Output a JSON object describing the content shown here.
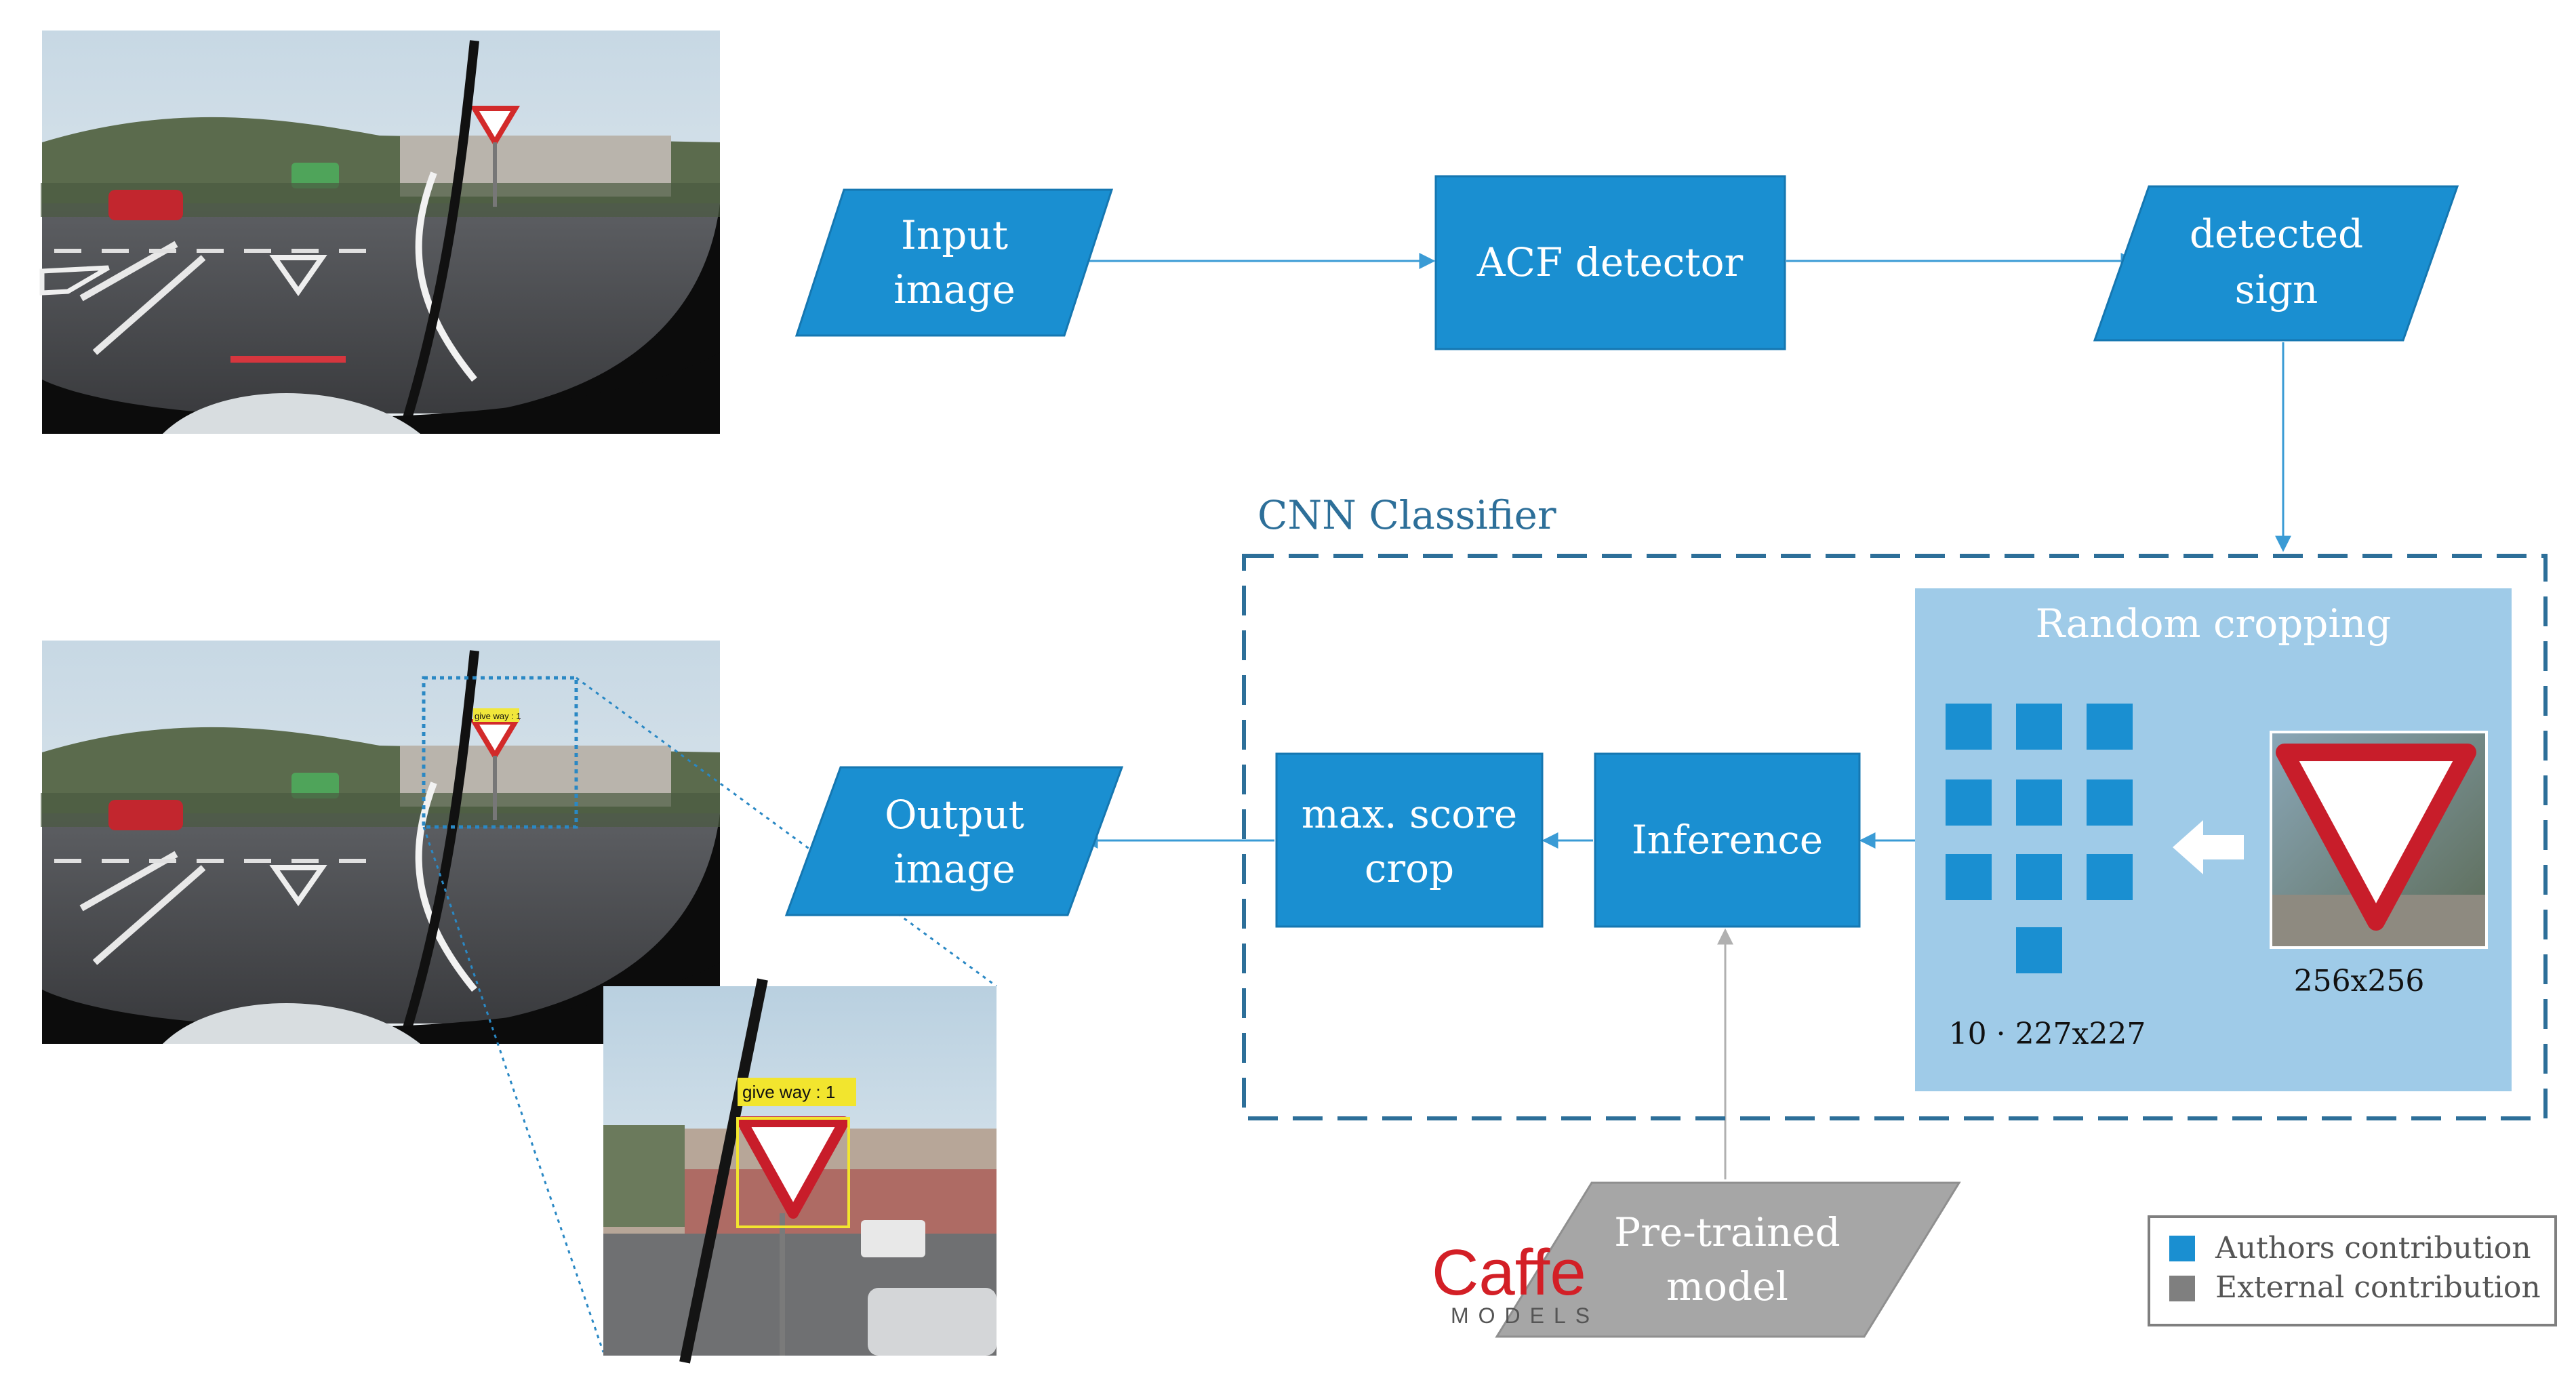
{
  "flow": {
    "input_image": [
      "Input",
      "image"
    ],
    "acf_detector": "ACF detector",
    "detected_sign": [
      "detected",
      "sign"
    ],
    "cnn_classifier": "CNN Classifier",
    "random_cropping": "Random cropping",
    "crops_label": "10 · 227x227",
    "size_label": "256x256",
    "inference": "Inference",
    "max_score_crop": [
      "max. score",
      "crop"
    ],
    "output_image": [
      "Output",
      "image"
    ],
    "pretrained_model": [
      "Pre-trained",
      "model"
    ]
  },
  "detections": {
    "small_tag": "give way : 1",
    "zoom_tag": "give way : 1"
  },
  "caffe_logo": {
    "word": "Caffe",
    "sub": "MODELS"
  },
  "legend": {
    "items": [
      {
        "label": "Authors contribution",
        "color": "#1a8fd1"
      },
      {
        "label": "External contribution",
        "color": "#7f7f7f"
      }
    ]
  },
  "colors": {
    "author_blue": "#1a8fd1",
    "external_gray": "#a6a6a6",
    "cnn_border": "#2d6f99",
    "random_crop_bg": "#9fcbe8",
    "arrow_blue": "#3a9bd5"
  },
  "icons": [
    "left-arrow-icon"
  ]
}
